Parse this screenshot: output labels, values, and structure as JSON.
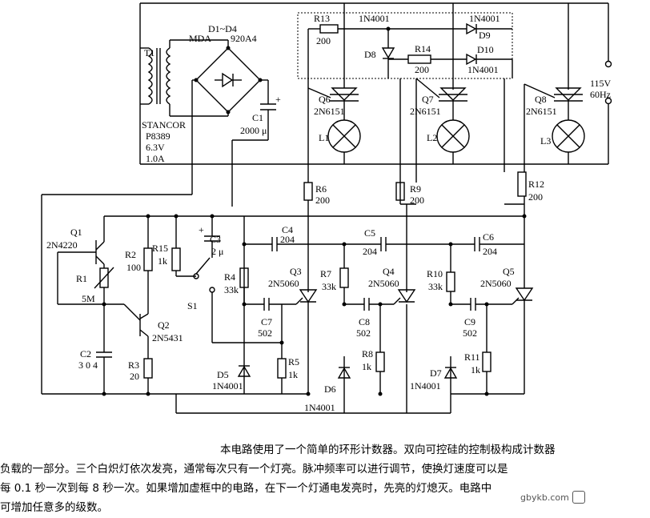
{
  "labels": {
    "d1d4": "D1~D4",
    "d1d4_part": "920A4",
    "mda": "MDA",
    "t1": "T1",
    "stancor": "STANCOR",
    "p8389": "P8389",
    "v63": "6.3V",
    "a10": "1.0A",
    "c1": "C1",
    "c1_val": "2000 μ",
    "r13": "R13",
    "r13_val": "200",
    "r14": "R14",
    "r14_val": "200",
    "d8": "D8",
    "d8_part": "1N4001",
    "d9": "D9",
    "d9_part": "1N4001",
    "d10": "D10",
    "d10_part": "1N4001",
    "q6": "Q6",
    "q6_part": "2N6151",
    "q7": "Q7",
    "q7_part": "2N6151",
    "q8": "Q8",
    "q8_part": "2N6151",
    "l1": "L1",
    "l2": "L2",
    "l3": "L3",
    "mains_v": "115V",
    "mains_hz": "60Hz",
    "r6": "R6",
    "r6_val": "200",
    "r9": "R9",
    "r9_val": "200",
    "r12": "R12",
    "r12_val": "200",
    "q1": "Q1",
    "q1_part": "2N4220",
    "r1": "R1",
    "r1_val": "5M",
    "r2": "R2",
    "r2_val": "100",
    "r15": "R15",
    "r15_val": "1k",
    "c3": "C3",
    "c3_val": "2 μ",
    "s1": "S1",
    "c4": "C4",
    "c4_val": "204",
    "c5": "C5",
    "c5_val": "204",
    "c6": "C6",
    "c6_val": "204",
    "r4": "R4",
    "r4_val": "33k",
    "q3": "Q3",
    "q3_part": "2N5060",
    "r7": "R7",
    "r7_val": "33k",
    "q4": "Q4",
    "q4_part": "2N5060",
    "r10": "R10",
    "r10_val": "33k",
    "q5": "Q5",
    "q5_part": "2N5060",
    "q2": "Q2",
    "q2_part": "2N5431",
    "c2": "C2",
    "c2_val": "3 0 4",
    "r3": "R3",
    "r3_val": "20",
    "c7": "C7",
    "c7_val": "502",
    "c8": "C8",
    "c8_val": "502",
    "c9": "C9",
    "c9_val": "502",
    "r5": "R5",
    "r5_val": "1k",
    "r8": "R8",
    "r8_val": "1k",
    "r11": "R11",
    "r11_val": "1k",
    "d5": "D5",
    "d5_part": "1N4001",
    "d6": "D6",
    "d6_part": "1N4001",
    "d7": "D7",
    "d7_part": "1N4001"
  },
  "caption": {
    "line1": "本电路使用了一个简单的环形计数器。双向可控硅的控制极构成计数器",
    "line2": "负载的一部分。三个白炽灯依次发亮，通常每次只有一个灯亮。脉冲频率可以进行调节，使换灯速度可以是",
    "line3": "每 0.1 秒一次到每 8 秒一次。如果增加虚框中的电路，在下一个灯通电发亮时，先亮的灯熄灭。电路中",
    "line4": "可增加任意多的级数。"
  },
  "watermark": "gbykb.com"
}
